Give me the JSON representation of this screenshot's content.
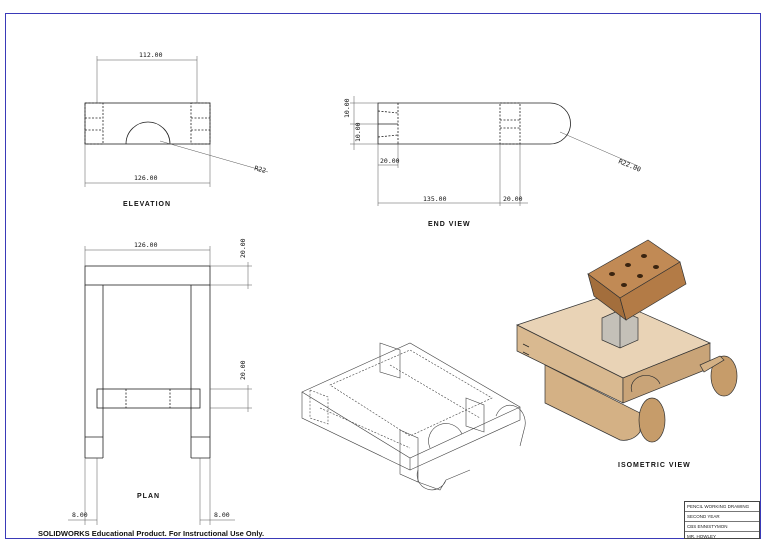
{
  "colors": {
    "border": "#3a3ab8",
    "line": "#222222",
    "dim_line": "#555555",
    "wood_top": "#e9d3b6",
    "wood_side": "#cdaa7e",
    "block": "#c18a55"
  },
  "views": {
    "elevation_label": "ELEVATION",
    "end_view_label": "END VIEW",
    "plan_label": "PLAN",
    "isometric_label": "ISOMETRIC VIEW"
  },
  "dimensions": {
    "elev_top": "112.00",
    "elev_bottom": "126.00",
    "elev_radius": "R22",
    "end_h1": "10.00",
    "end_h2": "10.00",
    "end_left": "20.00",
    "end_main": "135.00",
    "end_right": "20.00",
    "end_radius": "R22.00",
    "plan_top": "126.00",
    "plan_side1": "20.00",
    "plan_side2": "20.00",
    "plan_left": "8.00",
    "plan_right": "8.00"
  },
  "footer_text": "SOLIDWORKS Educational Product. For Instructional Use Only.",
  "title_block": {
    "row1": "PENCIL WORKING DRAWING",
    "row2": "SECOND YEAR",
    "row3": "CBS ENNISTYMON",
    "row4": "MR. HOWLEY"
  }
}
